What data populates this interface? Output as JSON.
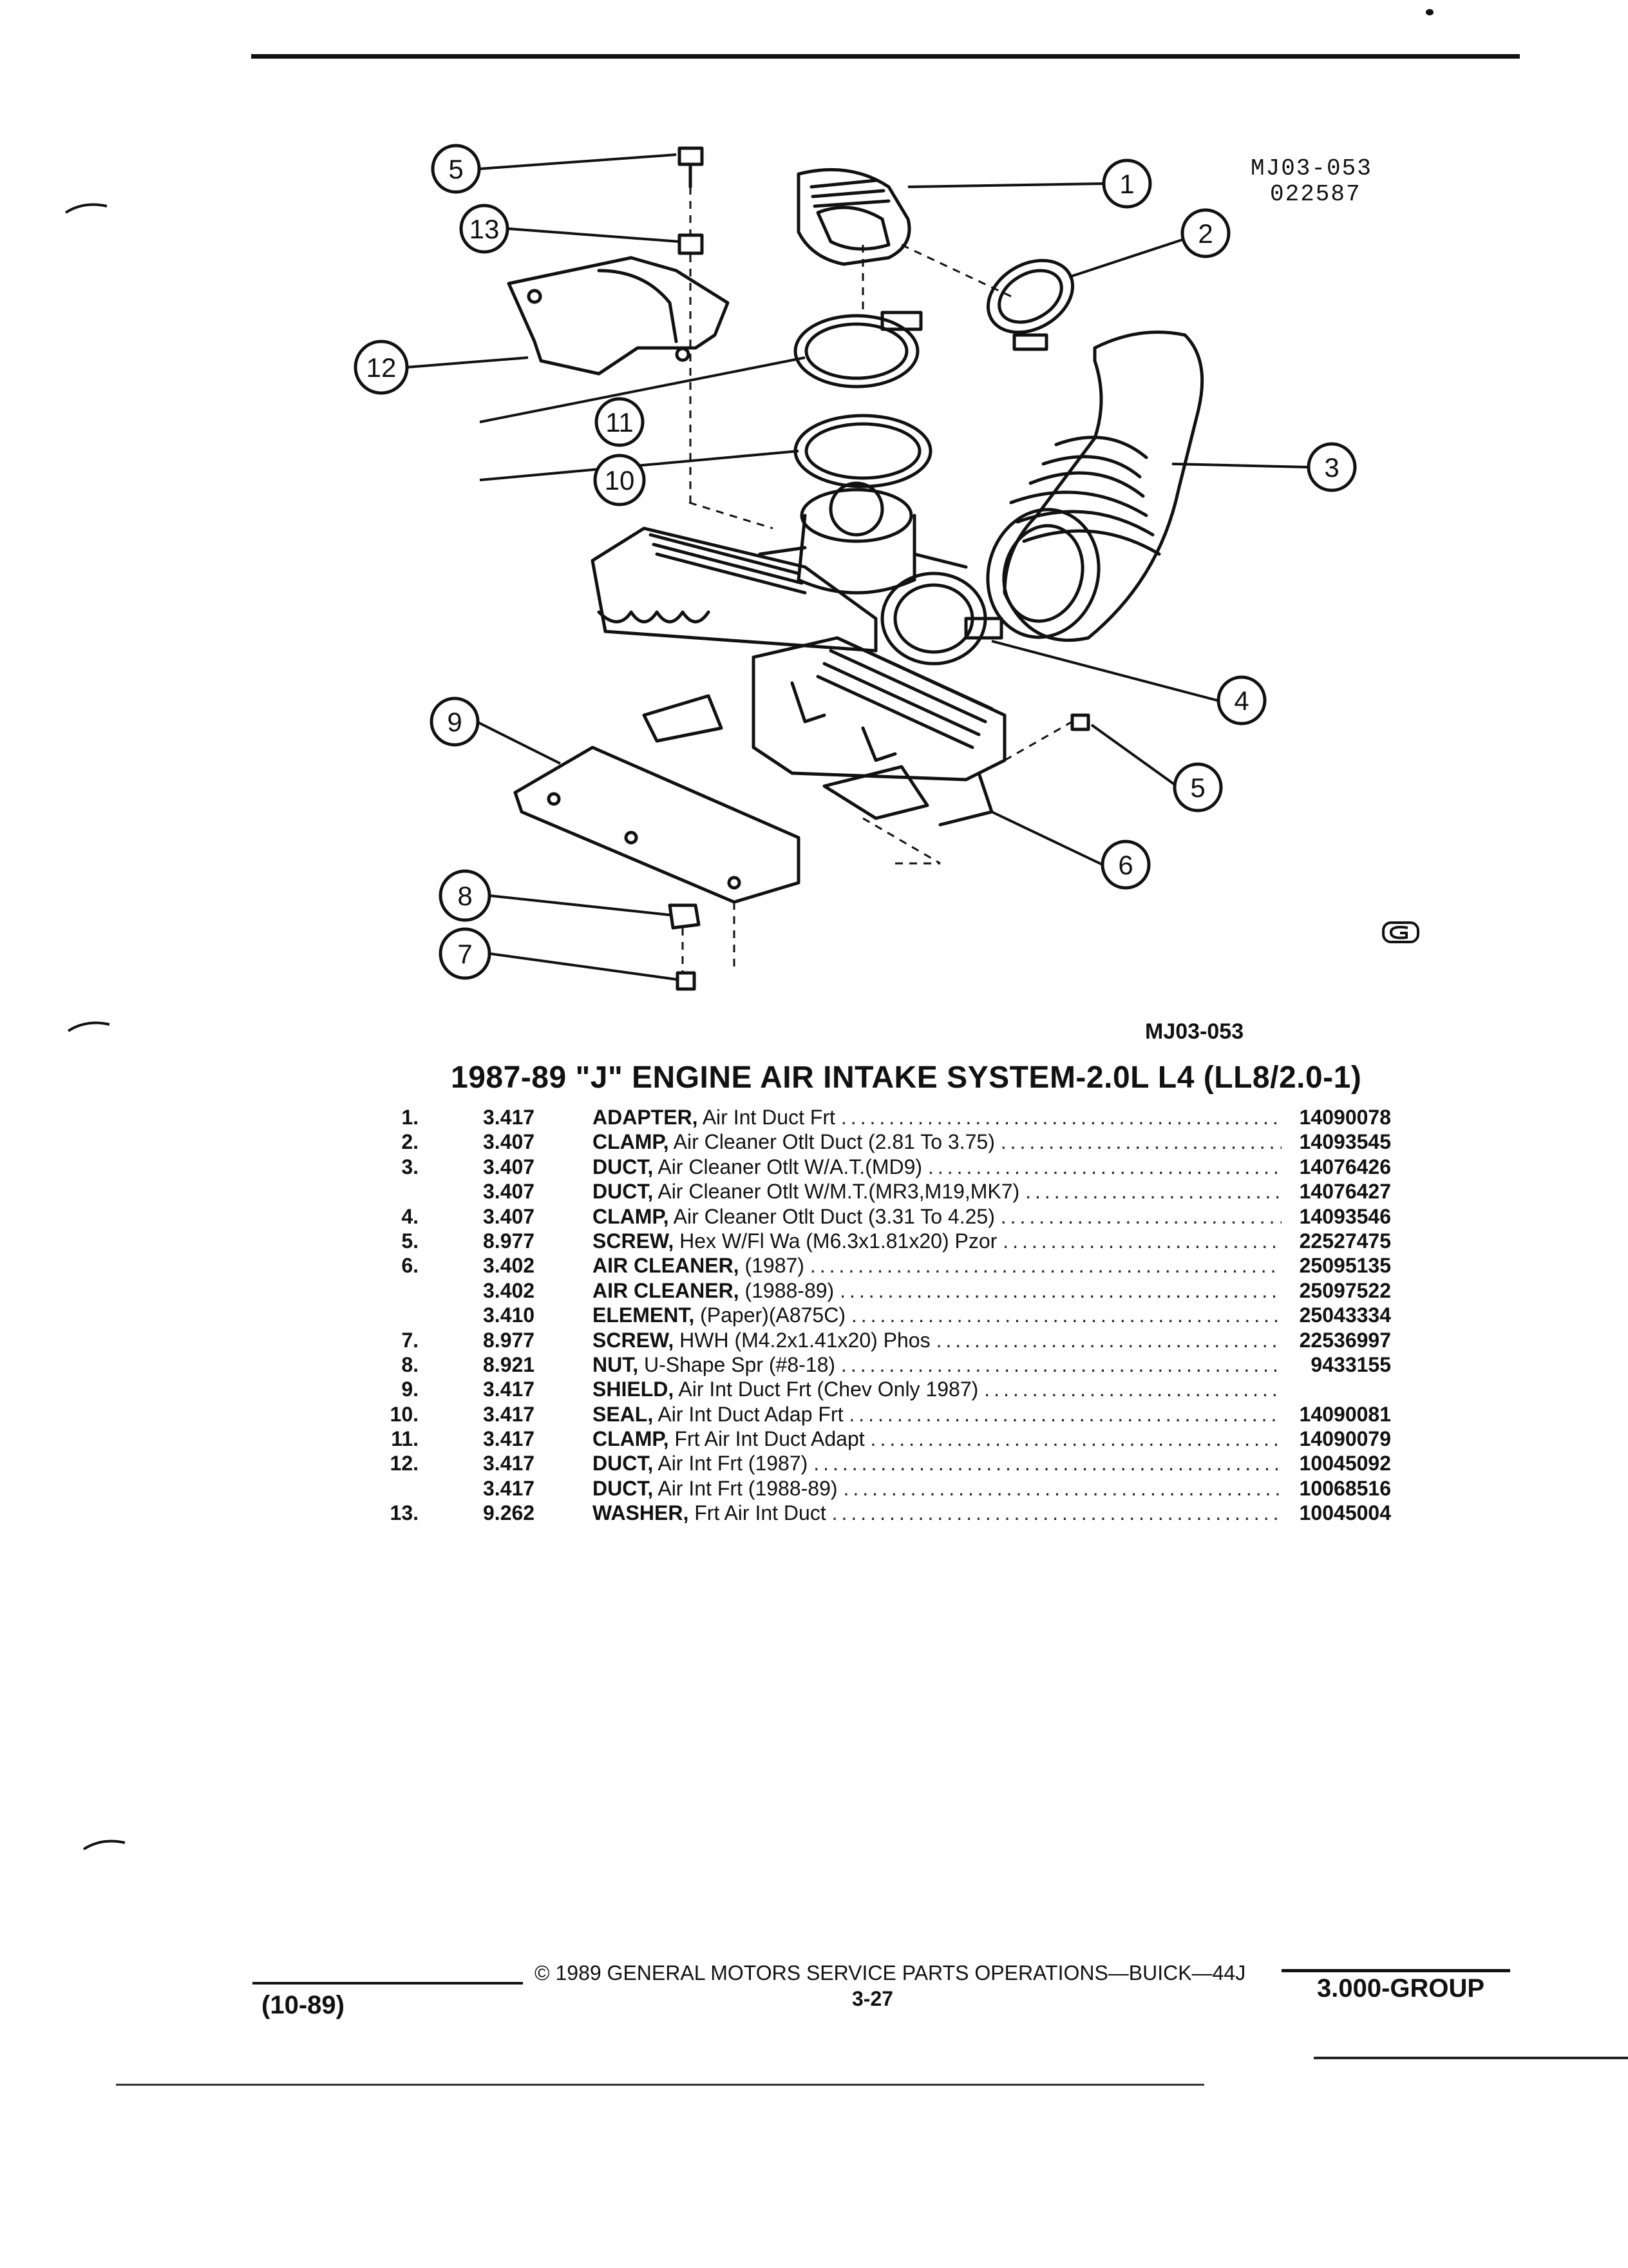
{
  "figure": {
    "code_line1": "MJ03-053",
    "code_line2": "022587",
    "reference": "MJ03-053",
    "callouts": [
      "1",
      "2",
      "3",
      "4",
      "5",
      "5",
      "6",
      "7",
      "8",
      "9",
      "10",
      "11",
      "12",
      "13"
    ]
  },
  "table": {
    "title": "1987-89 \"J\" ENGINE AIR INTAKE SYSTEM-2.0L L4 (LL8/2.0-1)",
    "rows": [
      {
        "num": "1.",
        "group": "3.417",
        "name": "ADAPTER,",
        "detail": "Air Int Duct Frt",
        "part": "14090078"
      },
      {
        "num": "2.",
        "group": "3.407",
        "name": "CLAMP,",
        "detail": "Air Cleaner Otlt Duct (2.81 To 3.75)",
        "part": "14093545"
      },
      {
        "num": "3.",
        "group": "3.407",
        "name": "DUCT,",
        "detail": "Air Cleaner Otlt W/A.T.(MD9)",
        "part": "14076426"
      },
      {
        "num": "",
        "group": "3.407",
        "name": "DUCT,",
        "detail": "Air Cleaner Otlt W/M.T.(MR3,M19,MK7)",
        "part": "14076427"
      },
      {
        "num": "4.",
        "group": "3.407",
        "name": "CLAMP,",
        "detail": "Air Cleaner Otlt Duct (3.31 To 4.25)",
        "part": "14093546"
      },
      {
        "num": "5.",
        "group": "8.977",
        "name": "SCREW,",
        "detail": "Hex W/Fl Wa (M6.3x1.81x20) Pzor",
        "part": "22527475"
      },
      {
        "num": "6.",
        "group": "3.402",
        "name": "AIR CLEANER,",
        "detail": "(1987)",
        "part": "25095135"
      },
      {
        "num": "",
        "group": "3.402",
        "name": "AIR CLEANER,",
        "detail": "(1988-89)",
        "part": "25097522"
      },
      {
        "num": "",
        "group": "3.410",
        "name": "ELEMENT,",
        "detail": "(Paper)(A875C)",
        "part": "25043334"
      },
      {
        "num": "7.",
        "group": "8.977",
        "name": "SCREW,",
        "detail": "HWH (M4.2x1.41x20) Phos",
        "part": "22536997"
      },
      {
        "num": "8.",
        "group": "8.921",
        "name": "NUT,",
        "detail": "U-Shape Spr (#8-18)",
        "part": "9433155"
      },
      {
        "num": "9.",
        "group": "3.417",
        "name": "SHIELD,",
        "detail": "Air Int Duct Frt (Chev Only 1987)",
        "part": ""
      },
      {
        "num": "10.",
        "group": "3.417",
        "name": "SEAL,",
        "detail": "Air Int Duct Adap Frt",
        "part": "14090081"
      },
      {
        "num": "11.",
        "group": "3.417",
        "name": "CLAMP,",
        "detail": "Frt Air Int Duct Adapt",
        "part": "14090079"
      },
      {
        "num": "12.",
        "group": "3.417",
        "name": "DUCT,",
        "detail": "Air Int Frt (1987)",
        "part": "10045092"
      },
      {
        "num": "",
        "group": "3.417",
        "name": "DUCT,",
        "detail": "Air Int Frt (1988-89)",
        "part": "10068516"
      },
      {
        "num": "13.",
        "group": "9.262",
        "name": "WASHER,",
        "detail": "Frt Air Int Duct",
        "part": "10045004"
      }
    ]
  },
  "footer": {
    "copyright": "© 1989 GENERAL MOTORS SERVICE PARTS OPERATIONS—BUICK—44J",
    "page": "3-27",
    "date": "(10-89)",
    "group": "3.000-GROUP"
  }
}
